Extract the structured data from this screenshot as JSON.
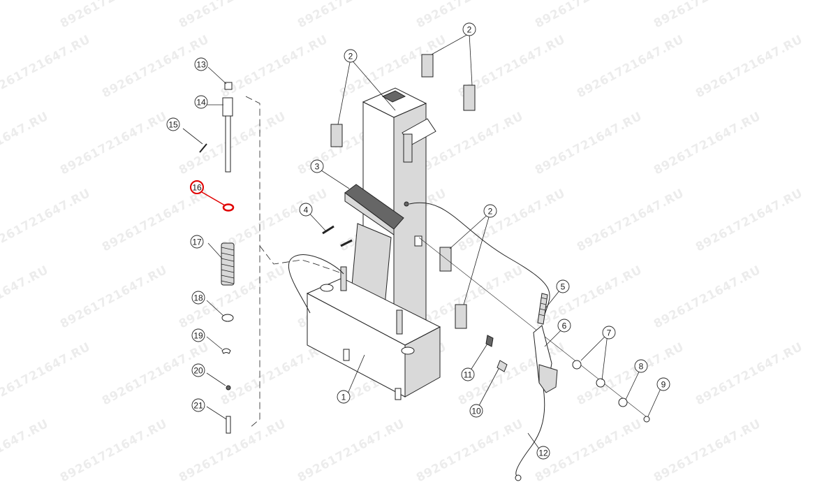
{
  "watermark": "89261721647.RU",
  "highlight_color": "#e00000",
  "line_color": "#222222",
  "highlighted_part": "16",
  "callouts": [
    {
      "label": "1"
    },
    {
      "label": "2"
    },
    {
      "label": "2"
    },
    {
      "label": "2"
    },
    {
      "label": "2"
    },
    {
      "label": "3"
    },
    {
      "label": "4"
    },
    {
      "label": "5"
    },
    {
      "label": "6"
    },
    {
      "label": "7"
    },
    {
      "label": "8"
    },
    {
      "label": "9"
    },
    {
      "label": "10"
    },
    {
      "label": "11"
    },
    {
      "label": "12"
    },
    {
      "label": "13"
    },
    {
      "label": "14"
    },
    {
      "label": "15"
    },
    {
      "label": "16"
    },
    {
      "label": "17"
    },
    {
      "label": "18"
    },
    {
      "label": "19"
    },
    {
      "label": "20"
    },
    {
      "label": "21"
    }
  ]
}
